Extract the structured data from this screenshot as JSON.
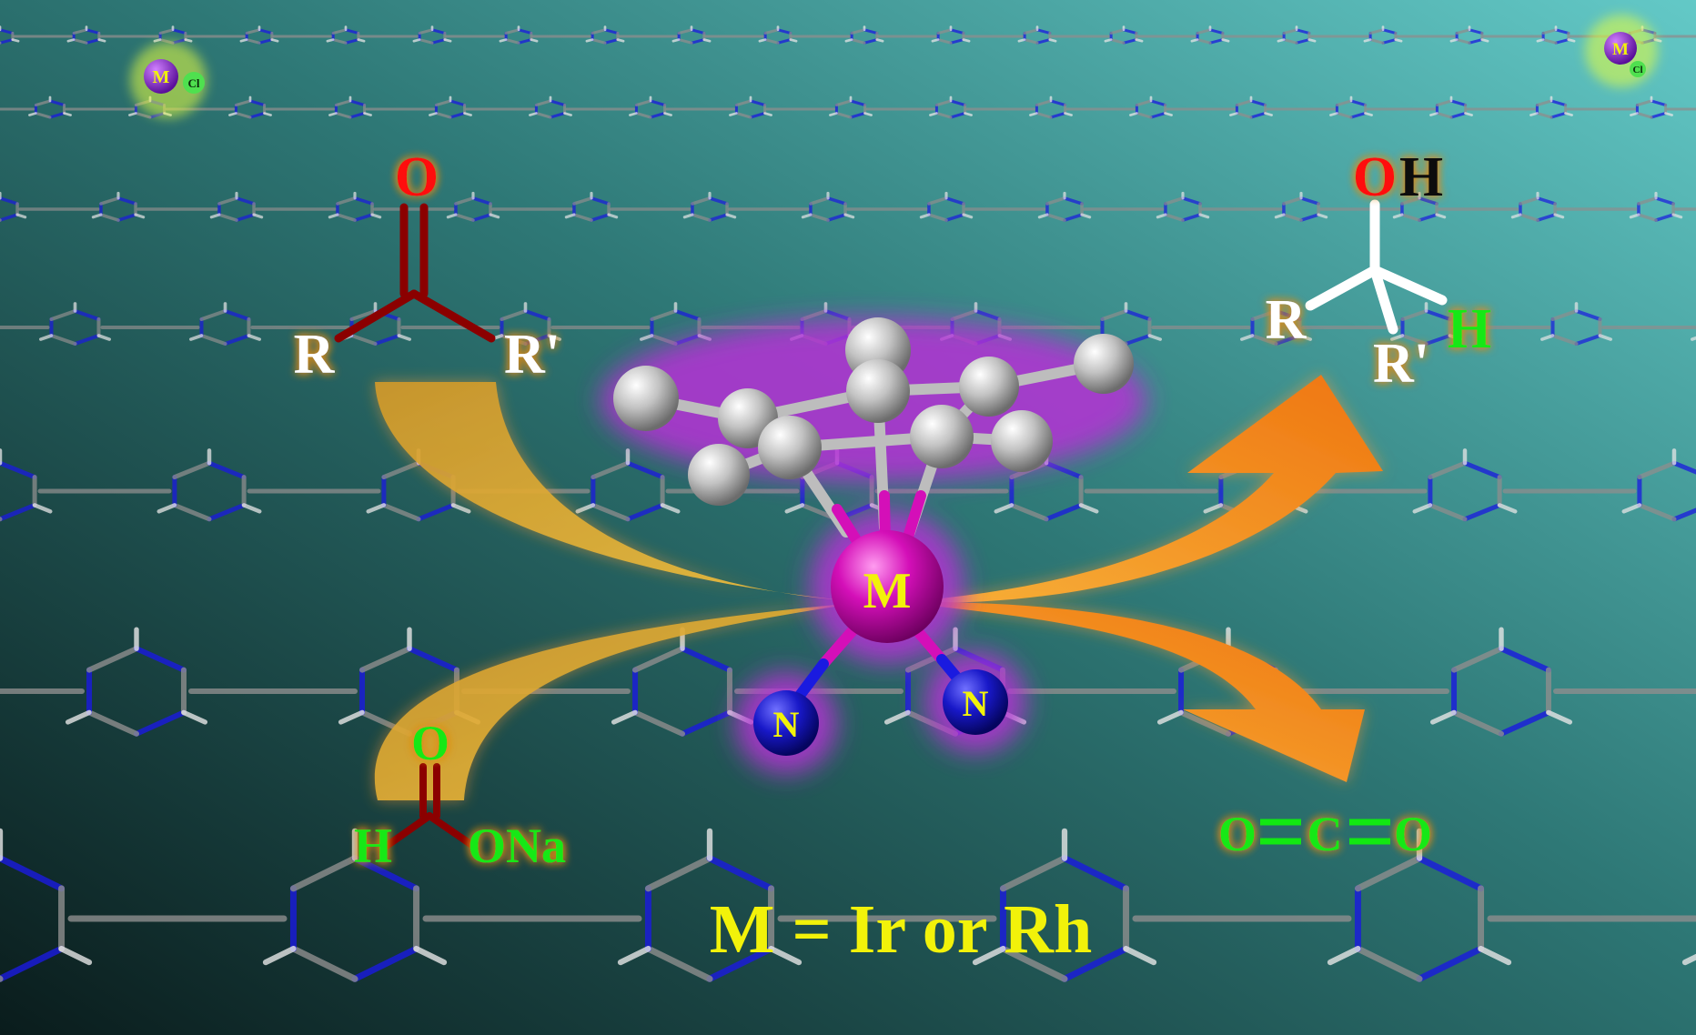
{
  "colors": {
    "bg_light": "#63c9c7",
    "bg_mid": "#2e7876",
    "bg_dark": "#0a1c1c",
    "framework_bond": "#8e8e8e",
    "framework_nitrogen": "#1a1ae0",
    "framework_hydrogen": "#e6e6e6",
    "metal": "#d40fb8",
    "metal_glow": "#b630d6",
    "cp_carbon": "#c2c2c2",
    "nitrogen_atom": "#1818c8",
    "arrow_left": "#e0a72c",
    "arrow_right": "#f07d12",
    "label_yellow": "#f2f20a",
    "label_red": "#ff1010",
    "label_green": "#12e812",
    "label_white": "#ffffff",
    "bond_darkred": "#8b0000"
  },
  "ketone": {
    "oxygen": "O",
    "r_left": "R",
    "r_right": "R'"
  },
  "alcohol": {
    "oxygen": "O",
    "hydrogen_oh": "H",
    "r_left": "R",
    "hydrogen": "H",
    "r_right": "R'"
  },
  "formate": {
    "oxygen": "O",
    "hydrogen": "H",
    "sodium_oxide": "ONa"
  },
  "co2": {
    "oxygen_left": "O",
    "carbon": "C",
    "oxygen_right": "O"
  },
  "catalyst": {
    "metal": "M",
    "nitrogen_left": "N",
    "nitrogen_right": "N"
  },
  "framework_sites": [
    {
      "metal": "M",
      "chloride": "Cl"
    },
    {
      "metal": "M",
      "chloride": "Cl"
    }
  ],
  "caption": "M = Ir or Rh"
}
